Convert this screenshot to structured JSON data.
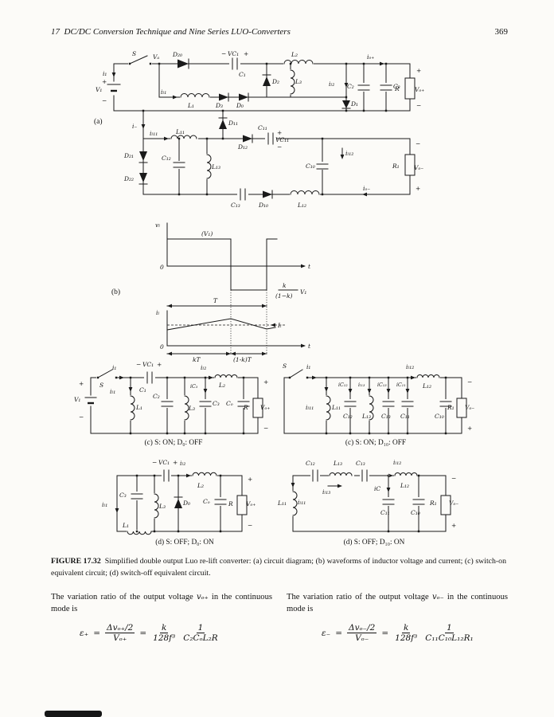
{
  "page": {
    "header": {
      "chapter": "17",
      "title": "DC/DC Conversion Technique and Nine Series LUO-Converters",
      "page_number": "369"
    },
    "tags": {
      "a": "(a)",
      "b": "(b)"
    },
    "figure_caption": {
      "label": "FIGURE 17.32",
      "text": "Simplified double output Luo re-lift converter: (a) circuit diagram; (b) waveforms of inductor voltage and current; (c) switch-on equivalent circuit; (d) switch-off equivalent circuit."
    }
  },
  "a": {
    "i1": "i₁",
    "plus_v": "+",
    "V1": "V₁",
    "minus_v": "−",
    "S": "S",
    "VA": "Vₐ",
    "D20": "D₂₀",
    "c1m": "−",
    "VC1": "VC₁",
    "c1p": "+",
    "C1": "C₁",
    "L2": "L₂",
    "iOp": "iₒ₊",
    "D2": "D₂",
    "L3": "L₃",
    "D1": "D₁",
    "iL2": "iₗ₂",
    "C2": "C₂",
    "C3": "C₃",
    "R": "R",
    "op": "+",
    "VOp": "Vₒ₊",
    "om": "−",
    "iL1": "iₗ₁",
    "L1": "L₁",
    "D3": "D₃",
    "D0": "D₀",
    "im": "i₋",
    "iL11": "iₗ₁₁",
    "L11": "L₁₁",
    "D11": "D₁₁",
    "D12": "D₁₂",
    "C11": "C₁₁",
    "c11p": "+",
    "VC11": "VC₁₁",
    "c11m": "−",
    "C10": "C₁₀",
    "R1": "R₁",
    "nm": "−",
    "VOm": "Vₒ₋",
    "np": "+",
    "D21": "D₂₁",
    "D22": "D₂₂",
    "C12": "C₁₂",
    "L13": "L₁₃",
    "iL12": "iₗ₁₂",
    "C13": "C₁₃",
    "D10": "D₁₀",
    "L12": "L₁₂",
    "iOm": "iₒ₋"
  },
  "b": {
    "vL": "vₗ",
    "V1p": "(V₁)",
    "z1": "0",
    "t1": "t",
    "fk": "k",
    "f1k": "(1−k)",
    "V1": "V₁",
    "T": "T",
    "iL": "iₗ",
    "IL": "Iₗ",
    "z2": "0",
    "t2": "t",
    "kT": "kT",
    "okT": "(1-k)T"
  },
  "c1": {
    "p": "+",
    "V1": "V₁",
    "m": "−",
    "S": "S",
    "i1": "i₁",
    "cm": "−",
    "VC1": "VC₁",
    "cp": "+",
    "C1": "C₁",
    "iL1": "iₗ₁",
    "L1": "L₁",
    "C2": "C₂",
    "L3": "L₃",
    "iC3": "iC₃",
    "C3": "C₃",
    "iL2": "iₗ₂",
    "L2": "L₂",
    "CO": "Cₒ",
    "R": "R",
    "VOp": "Vₒ₊",
    "op": "+",
    "om": "−",
    "cap": "(c) S: ON; D₀: OFF"
  },
  "c2": {
    "S": "S",
    "i1": "i₁",
    "iL11": "iₗ₁₁",
    "L11": "L₁₁",
    "iC12": "iC₁₂",
    "iL13": "iₗ₁₃",
    "iC13": "iC₁₃",
    "iC11": "iC₁₁",
    "C12": "C₁₂",
    "L13": "L₁₃",
    "C13": "C₁₃",
    "C11": "C₁₁",
    "iL12": "iₗ₁₂",
    "L12": "L₁₂",
    "C10": "C₁₀",
    "R1": "R₁",
    "VOm": "Vₒ₋",
    "nm": "−",
    "np": "+",
    "cap": "(c) S: ON; D₁₀: OFF"
  },
  "d1": {
    "cm": "−",
    "VC1": "VC₁",
    "cp": "+",
    "iL2": "iₗ₂",
    "L2": "L₂",
    "C3": "C₃",
    "L3": "L₃",
    "D0": "D₀",
    "iL1": "iₗ₁",
    "L1": "L₁",
    "CO": "Cₒ",
    "R": "R",
    "VOp": "Vₒ₊",
    "op": "+",
    "om": "−",
    "cap": "(d) S: OFF; D₀: ON"
  },
  "d2": {
    "C12": "C₁₂",
    "L13": "L₁₃",
    "C13": "C₁₃",
    "iL12": "iₗ₁₂",
    "L12": "L₁₂",
    "iL13": "iₗ₁₃",
    "L11": "L₁₁",
    "iL11": "iₗ₁₁",
    "iC": "iC",
    "C11": "C₁₁",
    "C10": "C₁₀",
    "R1": "R₁",
    "VOm": "Vₒ₋",
    "nm": "−",
    "np": "+",
    "cap": "(d) S: OFF; D₁₀: ON"
  },
  "text": {
    "left_1": "The variation ratio of the output voltage ",
    "left_var": "vₒ₊",
    "left_2": " in the continuous mode is",
    "right_1": "The variation ratio of the output voltage ",
    "right_var": "vₒ₋",
    "right_2": " in the continuous mode is"
  },
  "eq_left": {
    "lhs": "ε₊",
    "e1": "=",
    "n1": "Δvₒ₊/2",
    "d1": "Vₒ₊",
    "e2": "=",
    "n2": "k",
    "d2": "128f³",
    "n3": "1",
    "d3": "C₂CₒL₂R"
  },
  "eq_right": {
    "lhs": "ε₋",
    "e1": "=",
    "n1": "Δvₒ₋/2",
    "d1": "Vₒ₋",
    "e2": "=",
    "n2": "k",
    "d2": "128f³",
    "n3": "1",
    "d3": "C₁₁C₁₀L₁₂R₁"
  }
}
